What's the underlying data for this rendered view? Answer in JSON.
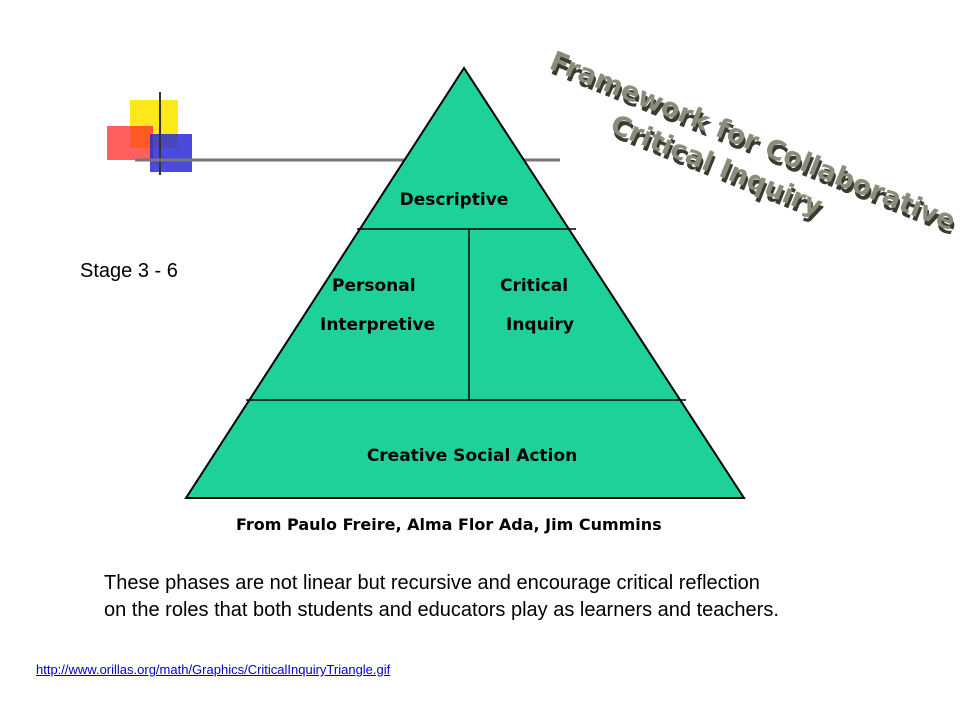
{
  "diagram": {
    "wordart_title_line1": "Framework for Collaborative",
    "wordart_title_line2": "Critical Inquiry",
    "top_section": "Descriptive",
    "middle_left_line1": "Personal",
    "middle_left_line2": "Interpretive",
    "middle_right_line1": "Critical",
    "middle_right_line2": "Inquiry",
    "bottom_section": "Creative Social Action",
    "credit": "From Paulo Freire, Alma Flor Ada, Jim Cummins",
    "colors": {
      "triangle_fill": "#1ed19a",
      "wordart_face": "#8c8c7c",
      "wordart_shadow": "#3a3a30"
    }
  },
  "stage_label": "Stage 3 - 6",
  "caption": {
    "line1": "These phases are not linear but recursive and encourage critical reflection",
    "line2": "on the roles that both students and educators play as learners and teachers."
  },
  "source_link": "http://www.orillas.org/math/Graphics/CriticalInquiryTriangle.gif"
}
